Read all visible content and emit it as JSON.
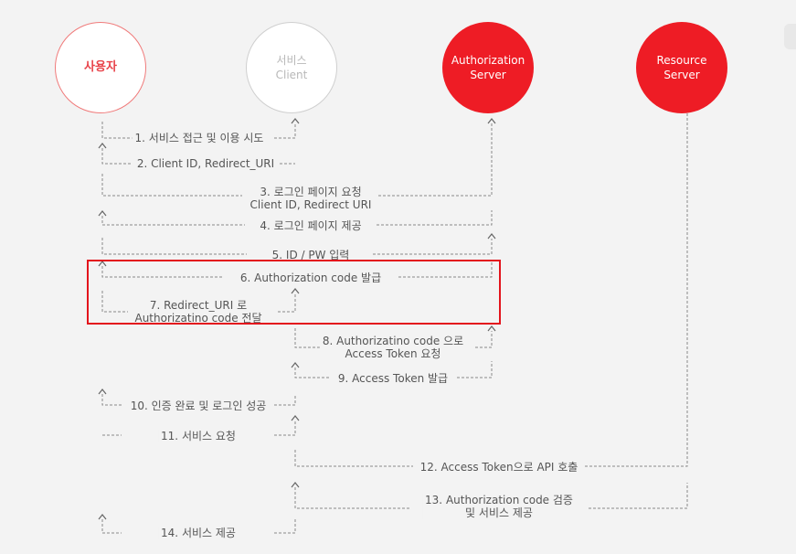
{
  "actors": {
    "user": {
      "line1": "사용자",
      "line2": ""
    },
    "client": {
      "line1": "서비스",
      "line2": "Client"
    },
    "auth": {
      "line1": "Authorization",
      "line2": "Server"
    },
    "resource": {
      "line1": "Resource",
      "line2": "Server"
    }
  },
  "messages": [
    {
      "num": 1,
      "lines": [
        "1. 서비스 접근 및 이용 시도"
      ]
    },
    {
      "num": 2,
      "lines": [
        "2. Client ID, Redirect_URI"
      ]
    },
    {
      "num": 3,
      "lines": [
        "3. 로그인 페이지 요청",
        "Client ID, Redirect URI"
      ]
    },
    {
      "num": 4,
      "lines": [
        "4. 로그인 페이지 제공"
      ]
    },
    {
      "num": 5,
      "lines": [
        "5. ID / PW 입력"
      ]
    },
    {
      "num": 6,
      "lines": [
        "6. Authorization code 발급"
      ]
    },
    {
      "num": 7,
      "lines": [
        "7. Redirect_URI 로",
        "Authorizatino code 전달"
      ]
    },
    {
      "num": 8,
      "lines": [
        "8. Authorizatino code 으로",
        "Access Token 요청"
      ]
    },
    {
      "num": 9,
      "lines": [
        "9. Access Token 발급"
      ]
    },
    {
      "num": 10,
      "lines": [
        "10. 인증 완료 및 로그인 성공"
      ]
    },
    {
      "num": 11,
      "lines": [
        "11. 서비스 요청"
      ]
    },
    {
      "num": 12,
      "lines": [
        "12. Access Token으로 API 호출"
      ]
    },
    {
      "num": 13,
      "lines": [
        "13. Authorization code 검증",
        "및 서비스 제공"
      ]
    },
    {
      "num": 14,
      "lines": [
        "14. 서비스 제공"
      ]
    }
  ],
  "colors": {
    "accent": "#ee1c25",
    "highlight": "#e3141c",
    "line": "#8a8a8a",
    "text": "#555555"
  }
}
